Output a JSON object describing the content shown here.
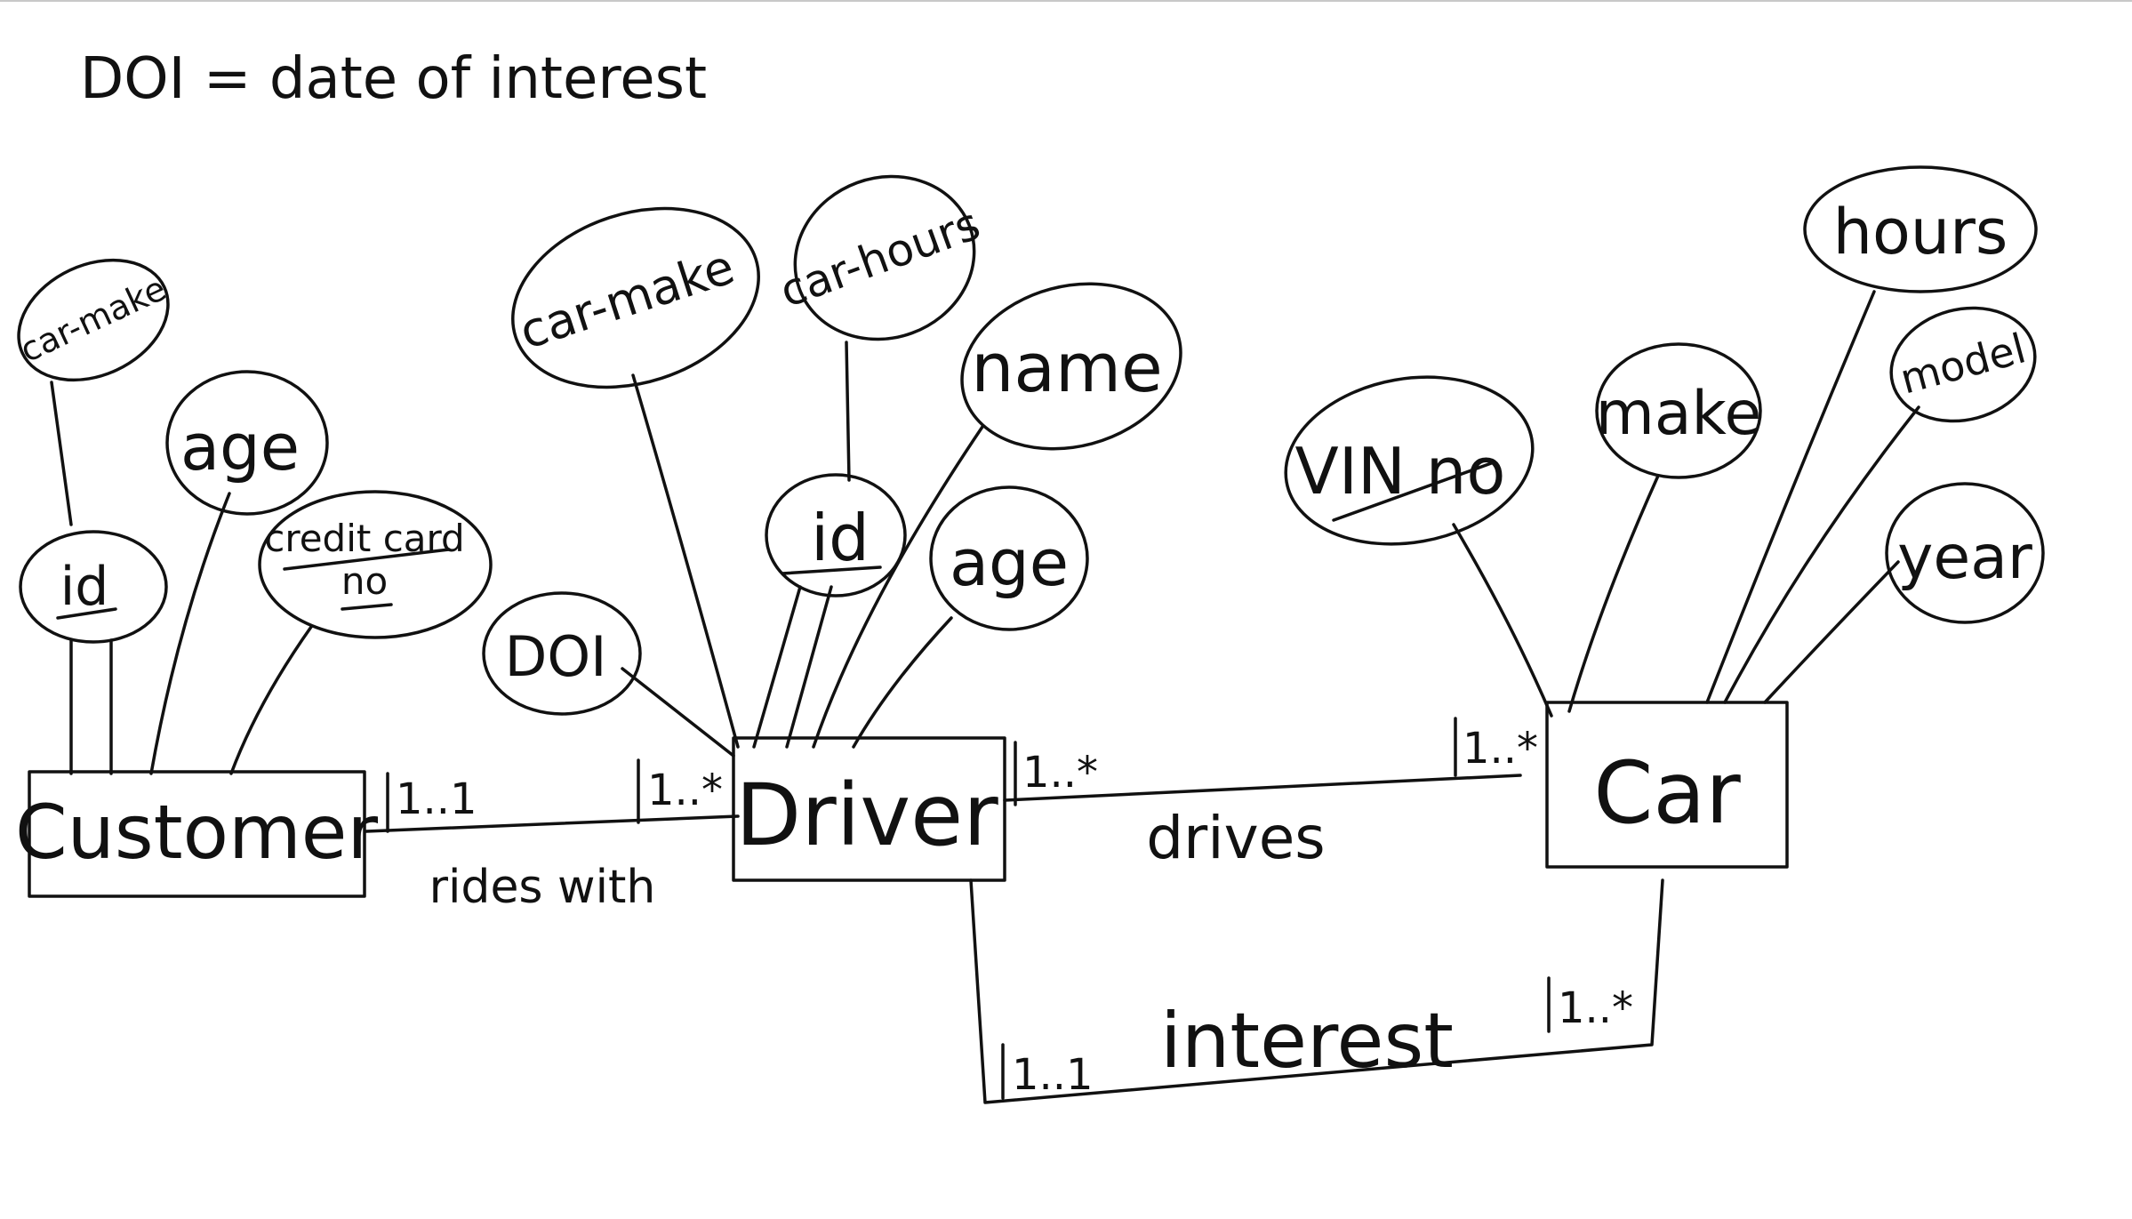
{
  "note": {
    "text": "DOI = date of interest"
  },
  "entities": {
    "customer": {
      "label": "Customer"
    },
    "driver": {
      "label": "Driver"
    },
    "car": {
      "label": "Car"
    }
  },
  "attributes": {
    "customer_car_make": {
      "label": "car-make"
    },
    "customer_age": {
      "label": "age"
    },
    "customer_id": {
      "label": "id"
    },
    "customer_credit_l1": {
      "label": "credit card"
    },
    "customer_credit_l2": {
      "label": "no"
    },
    "driver_car_make": {
      "label": "car-make"
    },
    "driver_car_hours": {
      "label": "car-hours"
    },
    "driver_name": {
      "label": "name"
    },
    "driver_id": {
      "label": "id"
    },
    "driver_age": {
      "label": "age"
    },
    "driver_doi": {
      "label": "DOI"
    },
    "car_hours": {
      "label": "hours"
    },
    "car_model": {
      "label": "model"
    },
    "car_make": {
      "label": "make"
    },
    "car_vin": {
      "label": "VIN no"
    },
    "car_year": {
      "label": "year"
    }
  },
  "relationships": {
    "rides_with": {
      "label": "rides with",
      "left_card": "1..1",
      "right_card": "1..*"
    },
    "drives": {
      "label": "drives",
      "left_card": "1..*",
      "right_card": "1..*"
    },
    "interest": {
      "label": "interest",
      "left_card": "1..1",
      "right_card": "1..*"
    }
  }
}
